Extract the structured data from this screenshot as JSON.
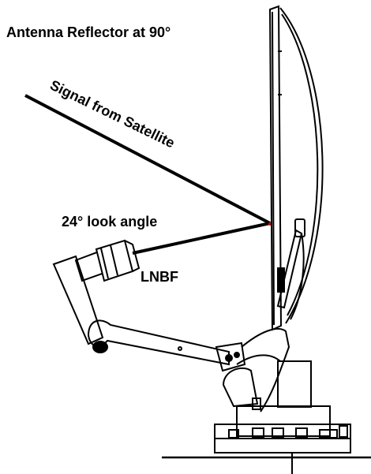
{
  "labels": {
    "title": "Antenna Reflector at 90°",
    "signal": "Signal from Satellite",
    "look_angle": "24° look angle",
    "lnbf": "LNBF"
  },
  "colors": {
    "ink": "#000000",
    "paper": "#ffffff",
    "shade": "#cfcfcf"
  }
}
